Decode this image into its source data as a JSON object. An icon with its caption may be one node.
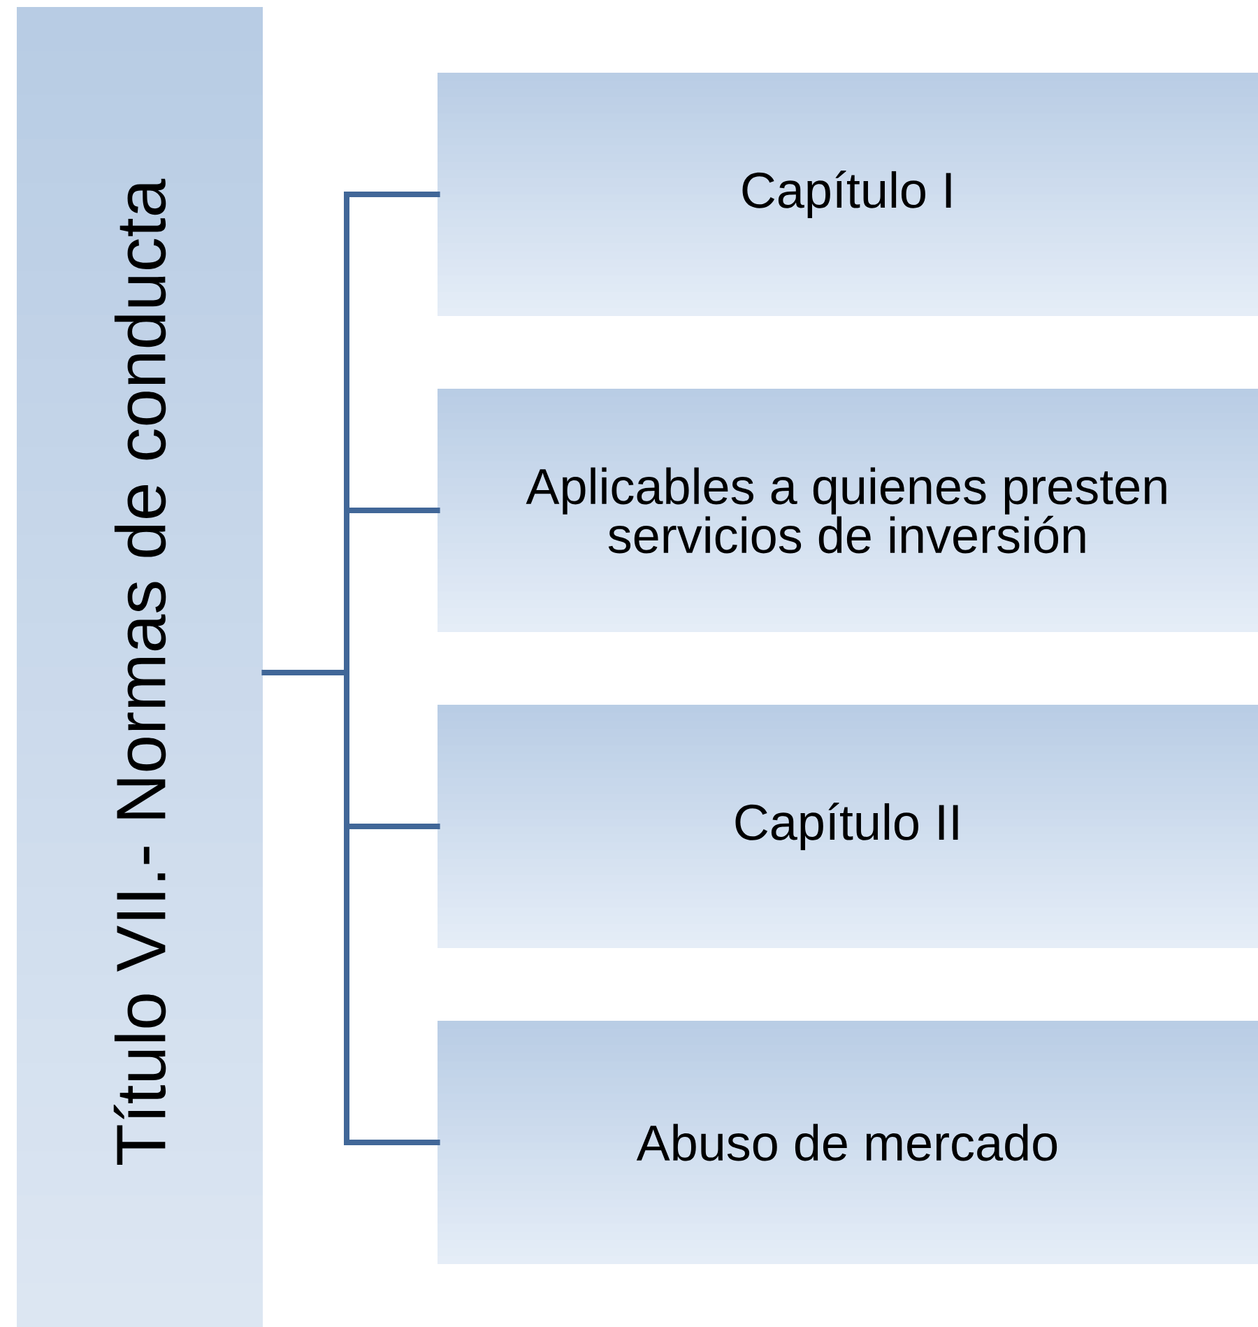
{
  "diagram": {
    "nodes": [
      {
        "text": [
          "Título VII.- Normas de conducta"
        ]
      },
      {
        "text": [
          "Capítulo I"
        ]
      },
      {
        "text": [
          "Aplicables a quienes presten servicios de inversión"
        ]
      },
      {
        "text": [
          "Capítulo II"
        ]
      },
      {
        "text": [
          "Abuso de mercado"
        ]
      }
    ],
    "edges": [
      {
        "from": 0,
        "to": 1,
        "arrow": "none"
      },
      {
        "from": 0,
        "to": 2,
        "arrow": "none"
      },
      {
        "from": 0,
        "to": 3,
        "arrow": "none"
      },
      {
        "from": 0,
        "to": 4,
        "arrow": "none"
      }
    ]
  }
}
